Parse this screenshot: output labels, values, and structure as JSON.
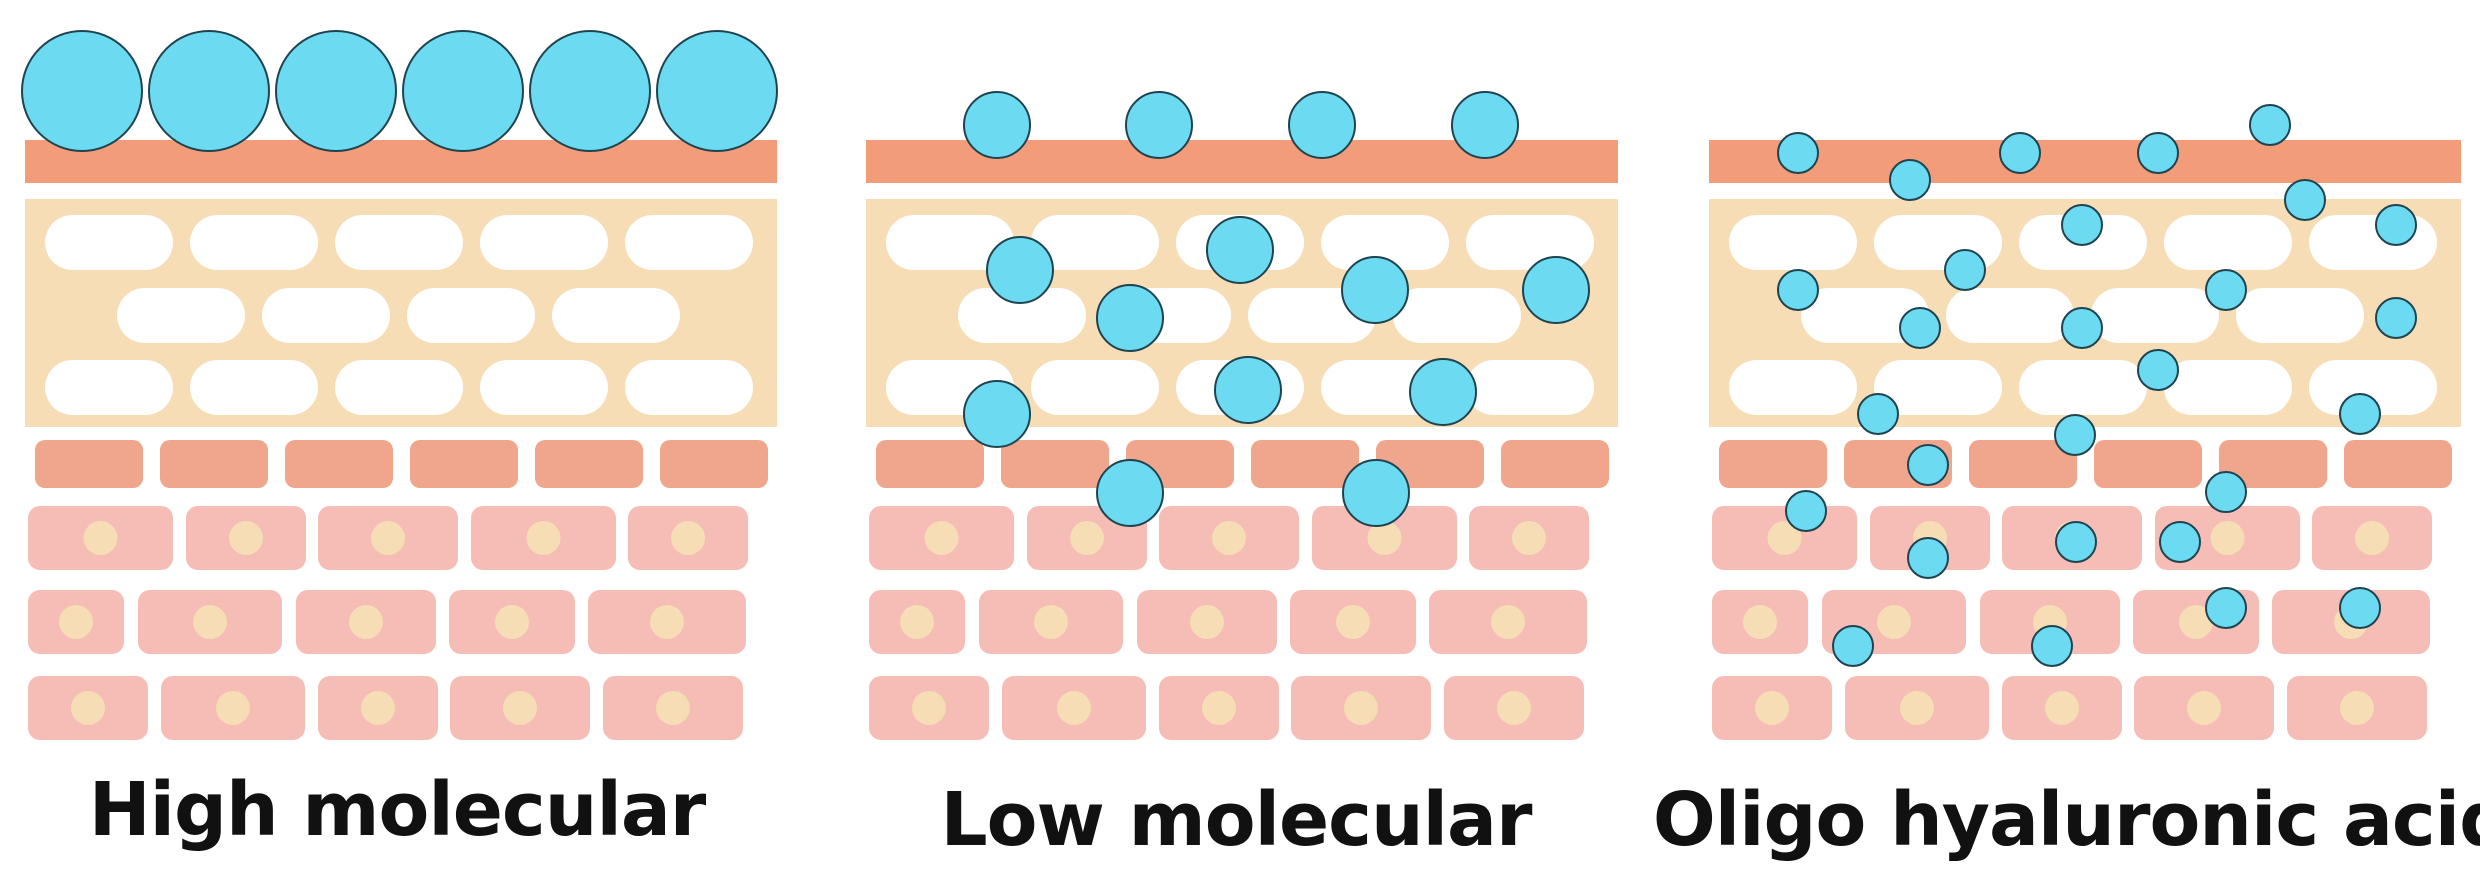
{
  "panels": [
    {
      "id": "high",
      "label": "High molecular"
    },
    {
      "id": "low",
      "label": "Low molecular"
    },
    {
      "id": "oligo",
      "label": "Oligo hyaluronic acid"
    }
  ],
  "colors": {
    "molecule_fill": "#6cdaf0",
    "molecule_stroke": "#1f4450",
    "stratum_corneum": "#f29c7a",
    "lipid_layer": "#f6ddb6",
    "lipid_cell": "#ffffff",
    "basal_row": "#f0a68c",
    "cell": "#f6bcb6",
    "nucleus": "#f6ddb6",
    "label": "#111111"
  }
}
